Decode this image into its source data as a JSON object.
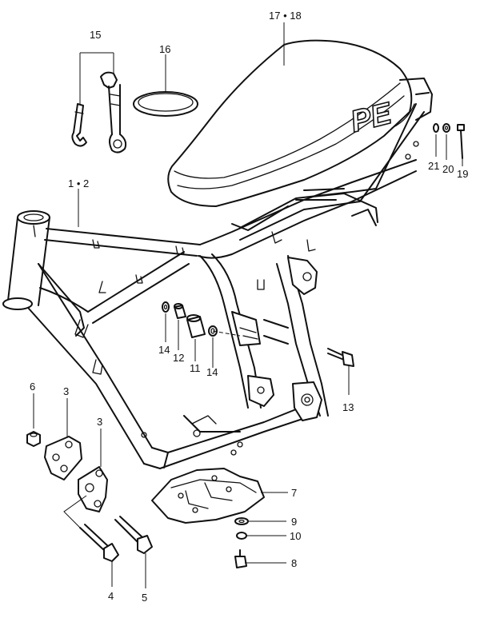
{
  "callouts": {
    "c1_2": "1 • 2",
    "c3a": "3",
    "c3b": "3",
    "c4": "4",
    "c5": "5",
    "c6": "6",
    "c7": "7",
    "c8": "8",
    "c9": "9",
    "c10": "10",
    "c11": "11",
    "c12": "12",
    "c13": "13",
    "c14a": "14",
    "c14b": "14",
    "c15": "15",
    "c16": "16",
    "c17_18": "17 • 18",
    "c19": "19",
    "c20": "20",
    "c21": "21"
  },
  "seat_logo": "PE"
}
